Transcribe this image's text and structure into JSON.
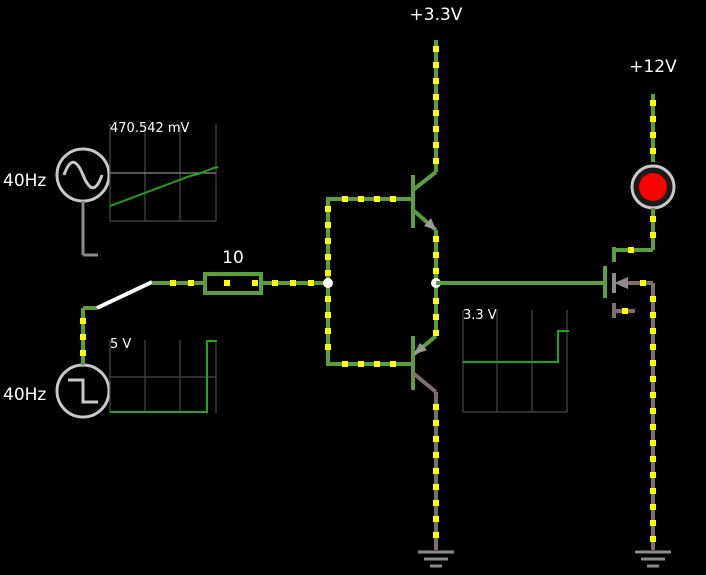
{
  "sources": {
    "sine": {
      "frequency_label": "40Hz",
      "icon": "sine-wave-icon"
    },
    "square": {
      "frequency_label": "40Hz",
      "icon": "square-wave-icon"
    }
  },
  "supplies": {
    "transistor_supply": "+3.3V",
    "led_supply": "+12V"
  },
  "resistor": {
    "value": "10"
  },
  "scopes": {
    "sine_scope": {
      "value_label": "470.542 mV"
    },
    "square_scope": {
      "value_label": "5 V"
    },
    "output_scope": {
      "value_label": "3.3 V"
    }
  },
  "colors": {
    "background": "#000000",
    "wire_high": "#5a9e3f",
    "wire_low": "#7e6e6e",
    "current_dot": "#ffff00",
    "trace": "#1aa81a",
    "led_on": "#ff0000",
    "component": "#c8c8c8"
  }
}
